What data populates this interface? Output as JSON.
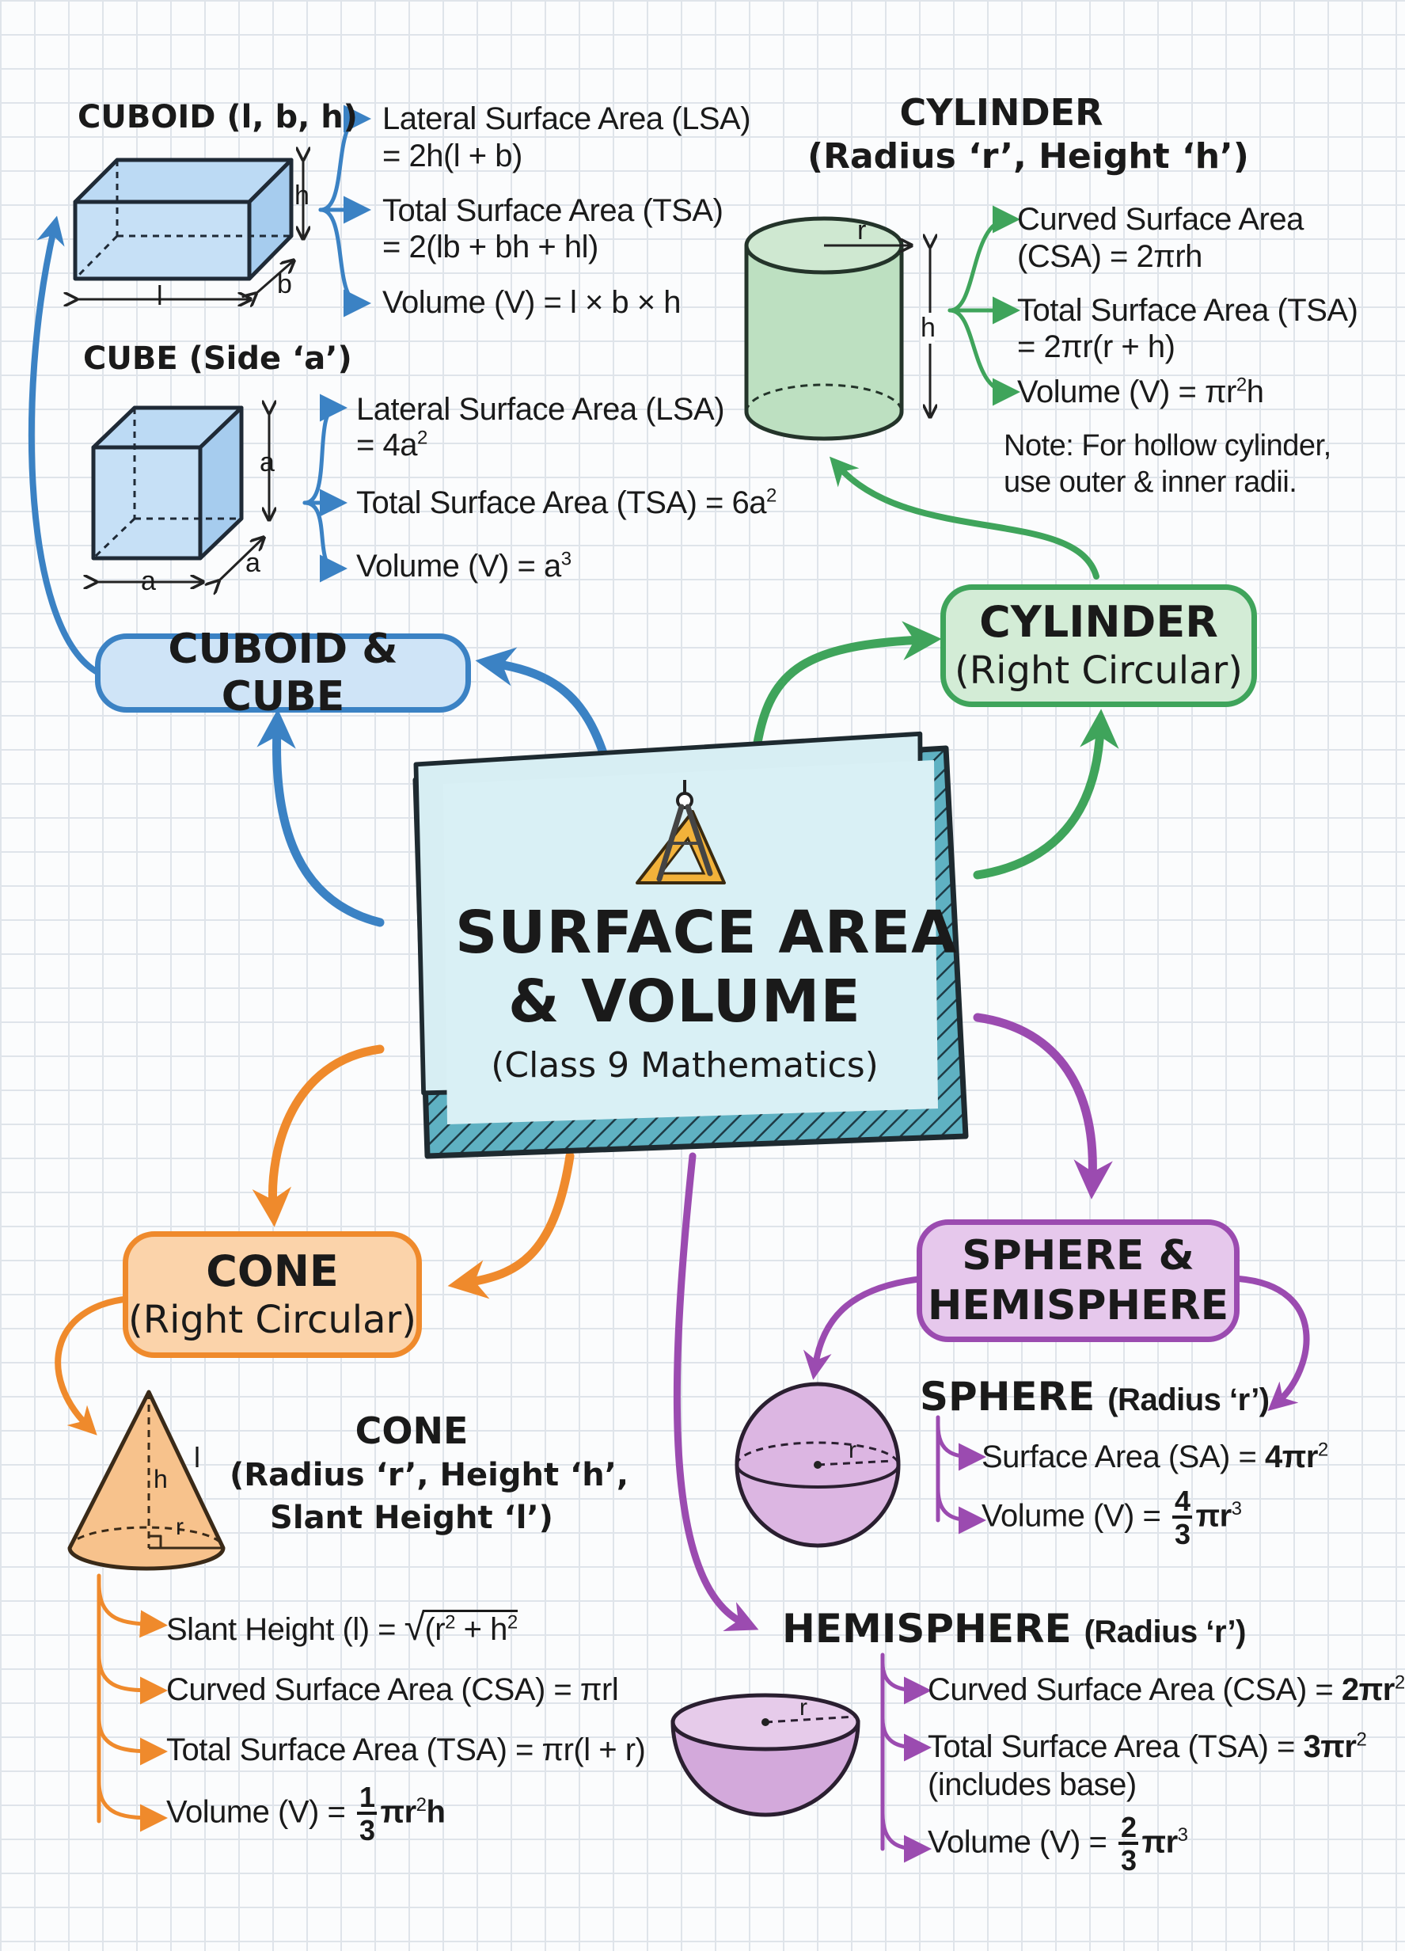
{
  "center": {
    "title_line1": "SURFACE AREA",
    "title_line2": "& VOLUME",
    "subtitle": "(Class 9 Mathematics)",
    "icon": "compass-set-square-icon"
  },
  "nodes": {
    "cuboid_cube": {
      "label": "CUBOID & CUBE",
      "color": "#3b82c4"
    },
    "cylinder": {
      "line1": "CYLINDER",
      "line2": "(Right Circular)",
      "color": "#3fa45b"
    },
    "cone": {
      "line1": "CONE",
      "line2": "(Right Circular)",
      "color": "#ef8a2c"
    },
    "sphere_hemisphere": {
      "line1": "SPHERE &",
      "line2": "HEMISPHERE",
      "color": "#9b4bb0"
    }
  },
  "cuboid": {
    "heading": "CUBOID (l, b, h)",
    "dims": {
      "l": "l",
      "b": "b",
      "h": "h"
    },
    "lsa_line1": "Lateral Surface Area (LSA)",
    "lsa_line2": "= 2h(l + b)",
    "tsa_line1": "Total Surface Area (TSA)",
    "tsa_line2": "= 2(lb + bh + hl)",
    "volume": "Volume (V) = l × b × h"
  },
  "cube": {
    "heading": "CUBE (Side ‘a’)",
    "dims": {
      "a": "a"
    },
    "lsa_line1": "Lateral Surface Area (LSA)",
    "lsa_line2_pre": "= 4a",
    "tsa_pre": "Total Surface Area (TSA) = 6a",
    "volume_pre": "Volume (V) = a",
    "exp2": "2",
    "exp3": "3"
  },
  "cylinder_detail": {
    "heading_line1": "CYLINDER",
    "heading_line2": "(Radius ‘r’, Height ‘h’)",
    "dims": {
      "r": "r",
      "h": "h"
    },
    "csa_line1": "Curved Surface Area",
    "csa_line2": "(CSA) = 2πrh",
    "tsa_line1": "Total Surface Area (TSA)",
    "tsa_line2": "= 2πr(r + h)",
    "volume_pre": "Volume (V) = πr",
    "volume_post": "h",
    "exp2": "2",
    "note_line1": "Note: For hollow cylinder,",
    "note_line2": "use outer & inner radii."
  },
  "cone_detail": {
    "heading_line1": "CONE",
    "heading_line2": "(Radius ‘r’, Height ‘h’,",
    "heading_line3": "Slant Height ‘l’)",
    "dims": {
      "h": "h",
      "l": "l",
      "r": "r"
    },
    "slant_pre": "Slant Height (l) = ",
    "slant_radicand_a": "(r",
    "slant_radicand_b": " + h",
    "exp2": "2",
    "csa": "Curved Surface Area (CSA) = πrl",
    "tsa": "Total Surface Area (TSA) = πr(l + r)",
    "volume_pre": "Volume (V) = ",
    "frac_num": "1",
    "frac_den": "3",
    "volume_post": "πr",
    "volume_tail": "h"
  },
  "sphere_detail": {
    "heading": "SPHERE",
    "heading_sub": "(Radius ‘r’)",
    "dims": {
      "r": "r"
    },
    "sa_pre": "Surface Area (SA) = ",
    "sa_val": "4πr",
    "exp2": "2",
    "volume_pre": "Volume (V) = ",
    "frac_num": "4",
    "frac_den": "3",
    "volume_post": "πr",
    "exp3": "3"
  },
  "hemisphere_detail": {
    "heading": "HEMISPHERE",
    "heading_sub": "(Radius ‘r’)",
    "dims": {
      "r": "r"
    },
    "csa_pre": "Curved Surface Area (CSA) = ",
    "csa_val": "2πr",
    "tsa_pre": "Total Surface Area (TSA) = ",
    "tsa_val": "3πr",
    "tsa_note": "(includes base)",
    "volume_pre": "Volume (V) = ",
    "frac_num": "2",
    "frac_den": "3",
    "volume_post": "πr",
    "exp2": "2",
    "exp3": "3"
  }
}
